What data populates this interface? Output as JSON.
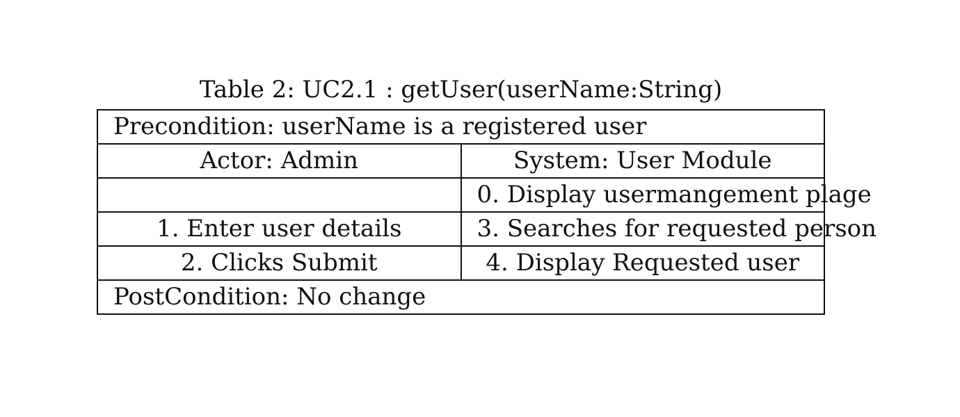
{
  "caption": "Table 2: UC2.1 : getUser(userName:String)",
  "precondition": "Precondition: userName is a registered user",
  "actor_header": "Actor: Admin",
  "system_header": "System: User Module",
  "rows": [
    {
      "actor": "",
      "system": "0. Display usermangement plage"
    },
    {
      "actor": "1. Enter user details",
      "system": "3. Searches for requested person"
    },
    {
      "actor": "2. Clicks Submit",
      "system": "4. Display Requested user"
    }
  ],
  "postcondition": "PostCondition: No change"
}
